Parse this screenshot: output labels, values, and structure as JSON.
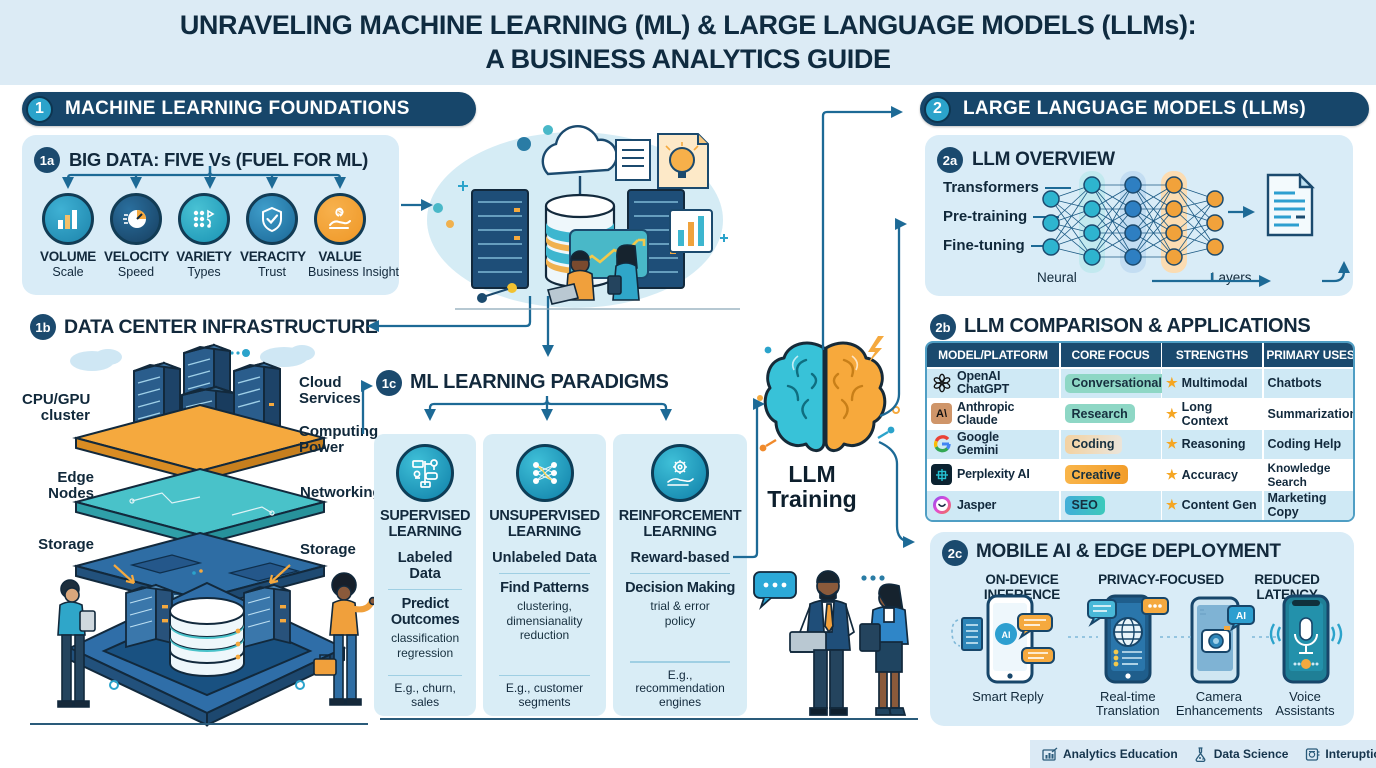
{
  "title": {
    "line1": "UNRAVELING MACHINE LEARNING (ML) & LARGE LANGUAGE MODELS (LLMs):",
    "line2": "A BUSINESS ANALYTICS GUIDE"
  },
  "section1": {
    "badge": "1",
    "title": "MACHINE LEARNING FOUNDATIONS",
    "big_data": {
      "badge": "1a",
      "title": "BIG DATA: FIVE Vs (FUEL FOR ML)",
      "items": [
        {
          "name": "VOLUME",
          "sub": "Scale",
          "icon": "bar-chart-icon"
        },
        {
          "name": "VELOCITY",
          "sub": "Speed",
          "icon": "speedometer-icon"
        },
        {
          "name": "VARIETY",
          "sub": "Types",
          "icon": "data-types-icon"
        },
        {
          "name": "VERACITY",
          "sub": "Trust",
          "icon": "shield-check-icon"
        },
        {
          "name": "VALUE",
          "sub": "Business Insight",
          "icon": "hand-money-icon"
        }
      ]
    },
    "data_center": {
      "badge": "1b",
      "title": "DATA CENTER INFRASTRUCTURE",
      "left_labels": [
        "CPU/GPU cluster",
        "Edge Nodes",
        "Storage"
      ],
      "right_labels": [
        "Cloud Services",
        "Computing Power",
        "Networking",
        "Storage"
      ]
    },
    "paradigms": {
      "badge": "1c",
      "title": "ML LEARNING PARADIGMS",
      "cards": [
        {
          "title": "SUPERVISED LEARNING",
          "data_type": "Labeled Data",
          "goal": "Predict Outcomes",
          "methods": "classification regression",
          "example": "E.g., churn, sales",
          "icon": "flowchart-icon"
        },
        {
          "title": "UNSUPERVISED LEARNING",
          "data_type": "Unlabeled Data",
          "goal": "Find Patterns",
          "methods": "clustering, dimensianality reduction",
          "example": "E.g., customer segments",
          "icon": "network-icon"
        },
        {
          "title": "REINFORCEMENT LEARNING",
          "data_type": "Reward-based",
          "goal": "Decision Making",
          "methods": "trial & error policy",
          "example": "E.g., recommendation engines",
          "icon": "gear-hand-icon"
        }
      ]
    }
  },
  "center": {
    "llm_training_label": "LLM Training"
  },
  "section2": {
    "badge": "2",
    "title": "LARGE LANGUAGE MODELS (LLMs)",
    "overview": {
      "badge": "2a",
      "title": "LLM OVERVIEW",
      "left_labels": [
        "Transformers",
        "Pre-training",
        "Fine-tuning"
      ],
      "bottom_labels": [
        "Neural",
        "Layers"
      ]
    },
    "comparison": {
      "badge": "2b",
      "title": "LLM COMPARISON & APPLICATIONS",
      "headers": [
        "MODEL/PLATFORM",
        "CORE FOCUS",
        "STRENGTHS",
        "PRIMARY USES"
      ],
      "rows": [
        {
          "model": "OpenAI ChatGPT",
          "logo": "openai-logo",
          "focus": "Conversational",
          "pill_style": "background:#8ed7c5",
          "strength": "Multimodal",
          "use": "Chatbots"
        },
        {
          "model": "Anthropic Claude",
          "logo": "anthropic-logo",
          "logo_text": "A\\",
          "focus": "Research",
          "pill_style": "background:#8ed7c5",
          "strength": "Long Context",
          "use": "Summarization"
        },
        {
          "model": "Google Gemini",
          "logo": "google-logo",
          "focus": "Coding",
          "pill_style": "background:linear-gradient(90deg,#f3d2a2,#ebe5da)",
          "strength": "Reasoning",
          "use": "Coding Help"
        },
        {
          "model": "Perplexity AI",
          "logo": "perplexity-logo",
          "focus": "Creative",
          "pill_style": "background:linear-gradient(90deg,#f9b54a,#f29d2a)",
          "strength": "Accuracy",
          "use": "Knowledge Search"
        },
        {
          "model": "Jasper",
          "logo": "jasper-logo",
          "focus": "SEO",
          "pill_style": "background:linear-gradient(90deg,#42aed8,#3bc9bb)",
          "strength": "Content Gen",
          "use": "Marketing Copy"
        }
      ],
      "star_icon": "★"
    },
    "mobile": {
      "badge": "2c",
      "title": "MOBILE AI & EDGE DEPLOYMENT",
      "headers": [
        "ON-DEVICE INFERENCE",
        "PRIVACY-FOCUSED",
        "REDUCED LATENCY"
      ],
      "ai_badge": "AI",
      "features": [
        {
          "label": "Smart Reply",
          "icon": "phone-chat-icon"
        },
        {
          "label": "Real-time Translation",
          "icon": "phone-globe-icon"
        },
        {
          "label": "Camera Enhancements",
          "icon": "phone-camera-icon"
        },
        {
          "label": "Voice Assistants",
          "icon": "phone-mic-icon"
        }
      ]
    }
  },
  "footer": {
    "items": [
      {
        "label": "Analytics Education",
        "icon": "analytics-chart-icon"
      },
      {
        "label": "Data Science",
        "icon": "flask-icon"
      },
      {
        "label": "Interuption",
        "icon": "book-icon"
      }
    ]
  },
  "colors": {
    "navy": "#17466a",
    "badge_blue": "#2ba3cb",
    "panel_blue": "#d9ecf7",
    "arrow": "#1d6a96",
    "orange": "#f5a93e",
    "teal": "#35b6cf",
    "star_orange": "#f5a623",
    "header_bg": "#dcebf5",
    "table_header": "#1b4a6e"
  }
}
